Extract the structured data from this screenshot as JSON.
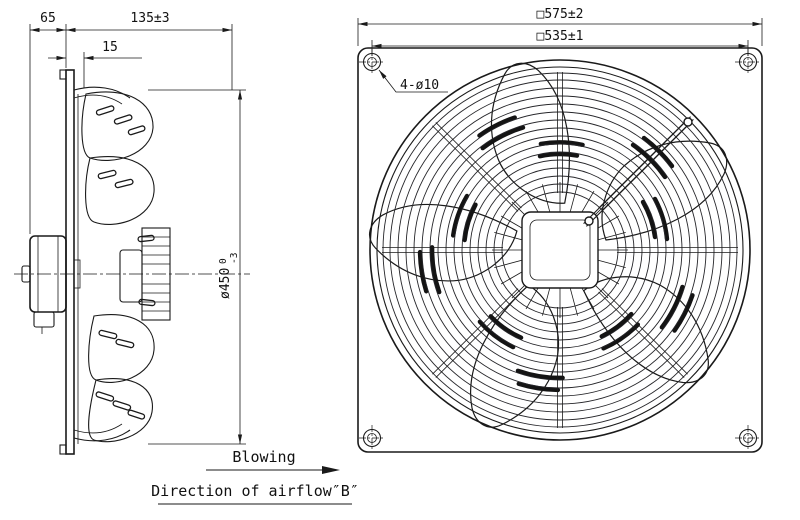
{
  "side_view": {
    "dim_motor_depth": "65",
    "dim_total_depth": "135±3",
    "dim_flange_offset": "15",
    "dim_impeller_diameter": "ø450",
    "tol_upper": "0",
    "tol_lower": "-3"
  },
  "front_view": {
    "dim_frame_size": "□575±2",
    "dim_hole_centers": "□535±1",
    "dim_mounting_holes": "4-ø10"
  },
  "airflow": {
    "label": "Blowing",
    "direction_note": "Direction of airflow″B″"
  },
  "colors": {
    "line": "#1a1a1a",
    "background": "#ffffff"
  }
}
